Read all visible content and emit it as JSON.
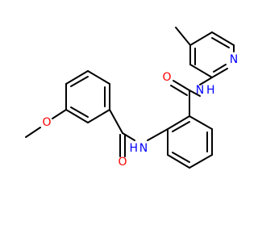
{
  "molecule": {
    "atoms": {
      "oxygen_ether": "O",
      "nitrogen_amide_1": "N",
      "hydrogen_amide_1": "H",
      "oxygen_carbonyl_1": "O",
      "nitrogen_amide_2": "N",
      "hydrogen_amide_2": "H",
      "oxygen_carbonyl_2": "O",
      "nitrogen_pyridine": "N"
    },
    "colors": {
      "bond": "#000000",
      "oxygen": "#ff0000",
      "nitrogen": "#0000ff"
    }
  }
}
